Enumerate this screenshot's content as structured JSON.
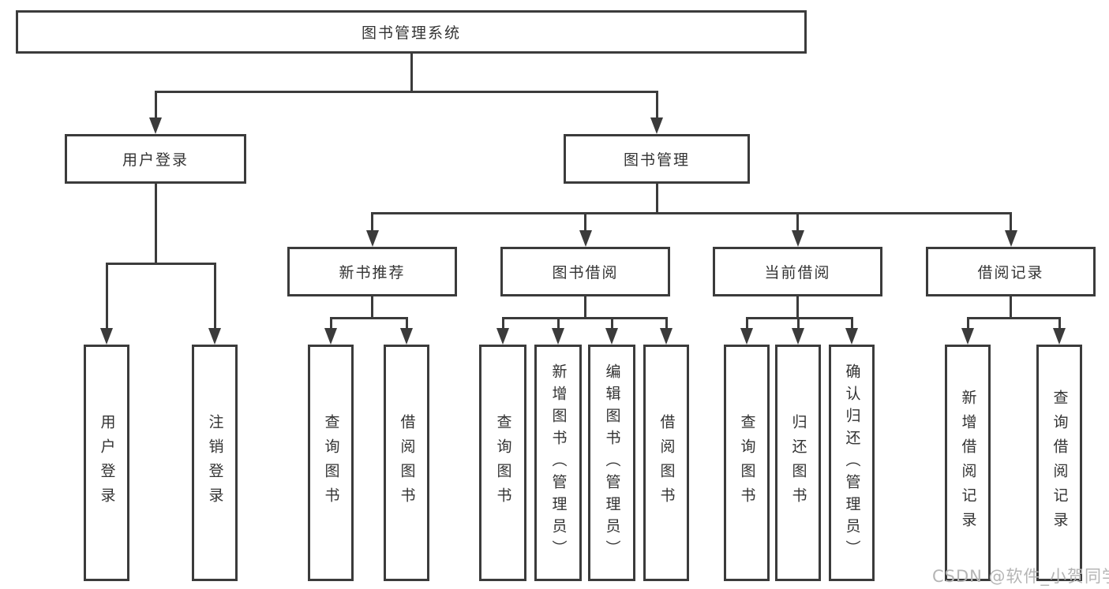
{
  "diagram": {
    "tree": {
      "label": "图书管理系统",
      "children": [
        {
          "label": "用户登录",
          "children": [
            {
              "label": "用户登录"
            },
            {
              "label": "注销登录"
            }
          ]
        },
        {
          "label": "图书管理",
          "children": [
            {
              "label": "新书推荐",
              "children": [
                {
                  "label": "查询图书"
                },
                {
                  "label": "借阅图书"
                }
              ]
            },
            {
              "label": "图书借阅",
              "children": [
                {
                  "label": "查询图书"
                },
                {
                  "label": "新增图书（管理员）"
                },
                {
                  "label": "编辑图书（管理员）"
                },
                {
                  "label": "借阅图书"
                }
              ]
            },
            {
              "label": "当前借阅",
              "children": [
                {
                  "label": "查询图书"
                },
                {
                  "label": "归还图书"
                },
                {
                  "label": "确认归还（管理员）"
                }
              ]
            },
            {
              "label": "借阅记录",
              "children": [
                {
                  "label": "新增借阅记录"
                },
                {
                  "label": "查询借阅记录"
                }
              ]
            }
          ]
        }
      ]
    }
  },
  "watermark": {
    "text": "CSDN @软件_小贺同学"
  },
  "colors": {
    "line": "#3b3b3b",
    "text": "#333333",
    "background": "#ffffff",
    "watermark": "#b5b5b5"
  }
}
